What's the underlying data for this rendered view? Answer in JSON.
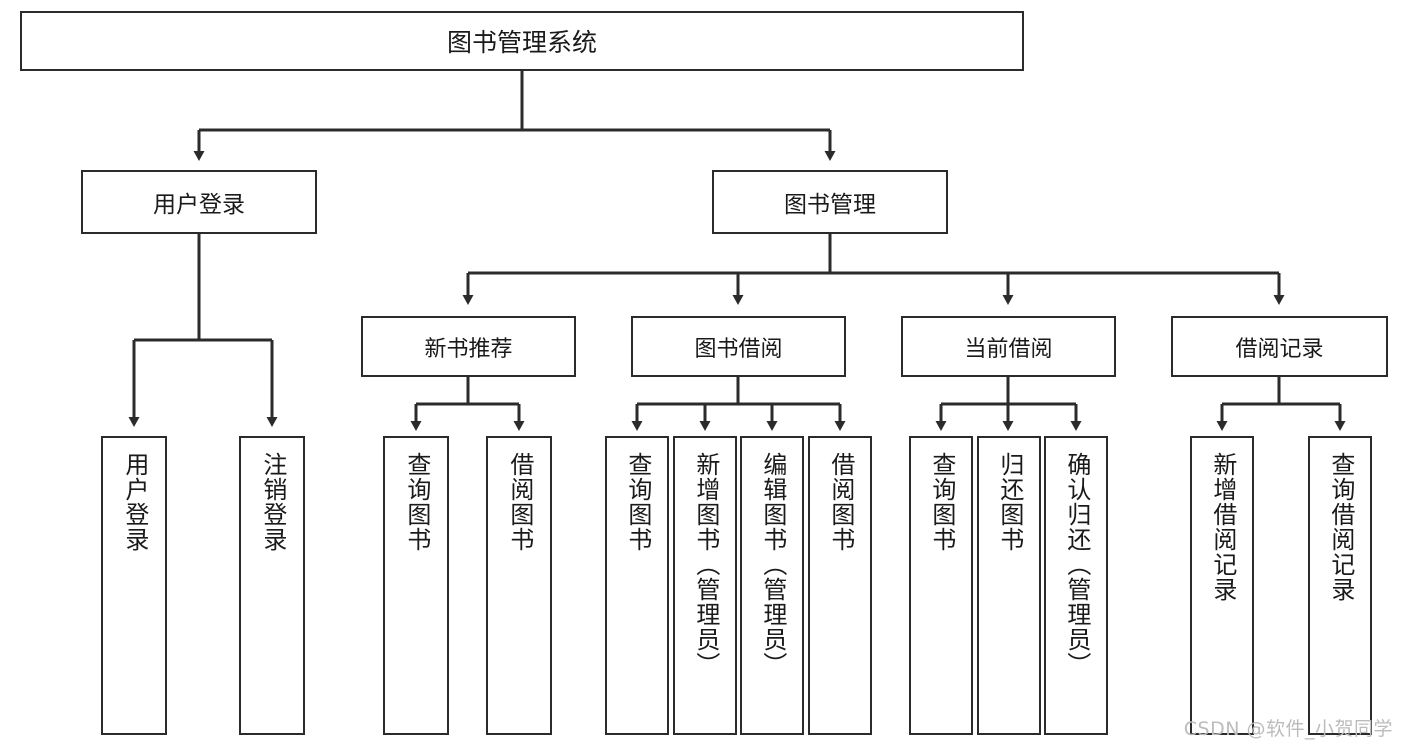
{
  "diagram": {
    "title": "图书管理系统",
    "type": "tree-hierarchy-chart",
    "line_color": "#2b2b2b",
    "box_fill": "#ffffff",
    "text_color": "#1a1a1a"
  },
  "root": {
    "label": "图书管理系统"
  },
  "level2": [
    {
      "label": "用户登录"
    },
    {
      "label": "图书管理"
    }
  ],
  "level3": [
    {
      "label": "新书推荐"
    },
    {
      "label": "图书借阅"
    },
    {
      "label": "当前借阅"
    },
    {
      "label": "借阅记录"
    }
  ],
  "leaves": {
    "user_login": [
      {
        "label": "用户登录"
      },
      {
        "label": "注销登录"
      }
    ],
    "new_book": [
      {
        "label": "查询图书"
      },
      {
        "label": "借阅图书"
      }
    ],
    "book_borrow": [
      {
        "label": "查询图书"
      },
      {
        "label": "新增图书（管理员）"
      },
      {
        "label": "编辑图书（管理员）"
      },
      {
        "label": "借阅图书"
      }
    ],
    "current_borrow": [
      {
        "label": "查询图书"
      },
      {
        "label": "归还图书"
      },
      {
        "label": "确认归还（管理员）"
      }
    ],
    "borrow_record": [
      {
        "label": "新增借阅记录"
      },
      {
        "label": "查询借阅记录"
      }
    ]
  },
  "watermark": {
    "text": "CSDN @软件_小贺同学"
  }
}
